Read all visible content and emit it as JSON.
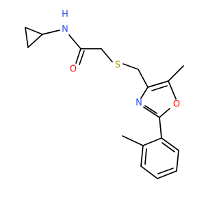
{
  "molecule": {
    "atoms": {
      "amide_h": {
        "label": "H",
        "color": "#3050F8"
      },
      "amide_n": {
        "label": "N",
        "color": "#3050F8"
      },
      "carbonyl_o": {
        "label": "O",
        "color": "#FF0D0D"
      },
      "thioether_s": {
        "label": "S",
        "color": "#B8A200"
      },
      "ring_n": {
        "label": "N",
        "color": "#3050F8"
      },
      "ring_o": {
        "label": "O",
        "color": "#FF0D0D"
      }
    },
    "bond_color": "#000000"
  }
}
